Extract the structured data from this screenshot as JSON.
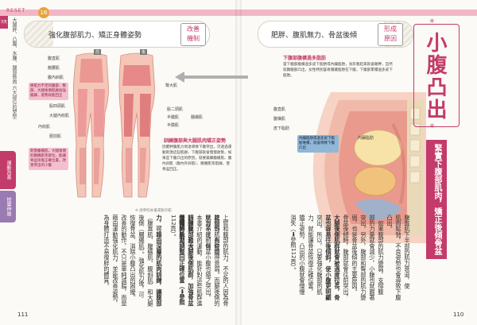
{
  "left_page": {
    "reset_label": "RESET",
    "badge_number": "16",
    "chapter_label": "3天",
    "vertical_title": "大腿胖、凸腹、水腫、腿部贅肉 六大部位的塑型",
    "side_tab_1": "運動改善",
    "side_tab_2": "按摩伸展",
    "page_number": "111",
    "banner": {
      "text": "強化腹部肌力、矯正身體姿勢",
      "tag_line1": "改善",
      "tag_line2": "機制"
    },
    "figure_labels": {
      "front": "前",
      "back": "後",
      "abdominal": "腹直肌",
      "iliopsoas": "髂腰肌",
      "obliques": "腹內斜肌",
      "gluteus_max": "臀大肌",
      "hamstring": "膕繩肌",
      "quad": "股四頭肌",
      "adductor": "內收肌",
      "biceps_fem": "股二頭肌",
      "semitendinosus": "半腱肌",
      "semimembranosus": "半膜肌",
      "gastroc": "腓腸肌",
      "soleus": "比目魚肌",
      "tibialis": "脛前肌",
      "inner_thigh": "大腿內收肌",
      "back_muscle": "豎脊肌"
    },
    "note_1": "將肌力不足的腹部、臀部、大腿後側肌群加強鍛鍊，姿勢就能回正",
    "note_2": "刺激腹橫肌、大腿後側的膕繩肌等部位，能讓骨盆恢復正確位置，改善突出的小腹",
    "subhead": "訓練腹部與大腿肌肉矯正姿勢",
    "sub_para": "因肥胖腹肌力衰退導致下腹突出，可透過運動刺激這些肌群，下腹部就會慢慢收緊，如果是下腹凸出的原因，就要鍛鍊腹橫肌、腹內斜肌（腹內外斜肌）、髂腰肌等肌群，使骨盆回正。",
    "caption": "※ 請參照本書運動示範",
    "columns": [
      "上臂和腹部的肌力，不足的人因為骨盆傾斜，長時間",
      "腹部等肌肉會變得衰弱。而腿後側的肌力不足，骨盆",
      "就容易往前傾，小腹也隨之突出。",
      "本書介紹的運動，能針對這些肌群進行強化，透過",
      "訓練腹部和大腿後側肌群，加強骨盆周圍的肌力，",
      "慢慢將骨盆調整回正確位置（➡參照",
      "112頁）。",
      "力，可藉由深層的肌肉訓練，讓腹部",
      "（腹直肌、腹橫肌、腹斜肌）和大腿",
      "後側（膕繩肌）。強化肌力後，可",
      "恢復骨盆、消除小腹凸出的困擾。",
      "改善的動作，不只是單純減脂，而是",
      "藉由運動強化肌力，並能改善姿勢，",
      "為身體打造不易復胖的體質。"
    ]
  },
  "right_page": {
    "page_number": "110",
    "banner": {
      "text": "肥胖、腹肌無力、骨盆後傾",
      "tag_line1": "形成",
      "tag_line2": "原因"
    },
    "big_title": "小腹凸出",
    "subtitle": "緊實下腹部肌肉，矯正後傾骨盆",
    "figure_subhead": "下腹部腹橫過多脂肪",
    "figure_para": "當下腹部腹橫過多皮下脂肪或內臟脂肪，身形看起來就會顯胖，自然就顯腹部凸出，女性特別容易隱藏脂肪在下腹，下腹部累積過多皮下脂肪。",
    "anatomy_labels": {
      "rectus": "腹直肌",
      "transverse": "腹橫肌",
      "subcut": "皮下脂肪",
      "visceral": "內臟脂肪"
    },
    "note": "內臟脂肪或過多皮下脂肪堆積，就會導致下腹凸出",
    "columns": [
      "腹直肌下半部的肌力衰退，使",
      "肌肉鬆弛，不良姿勢也會導致下腹",
      "凸出。",
      "　如果腹部的肌力變弱，支撐腹",
      "部的力量就會減少，小腹也就跟著",
      "突出。另外，腹部和臀部的肌力變",
      "弱，也是骨盆後傾的主要原因。",
      "骨盆後傾時，腹部就會往前突出，",
      "大腿後側肌群就會被過度拉長，骨",
      "盆也容易往後傾斜，使小腹更明顯",
      "突出。所以，只要強化腹部的肌",
      "力，就能讓骨盆恢復正確位置，",
      "矯正姿勢，凸出的小腹就會慢慢",
      "消失（➡參照112頁）。"
    ]
  }
}
